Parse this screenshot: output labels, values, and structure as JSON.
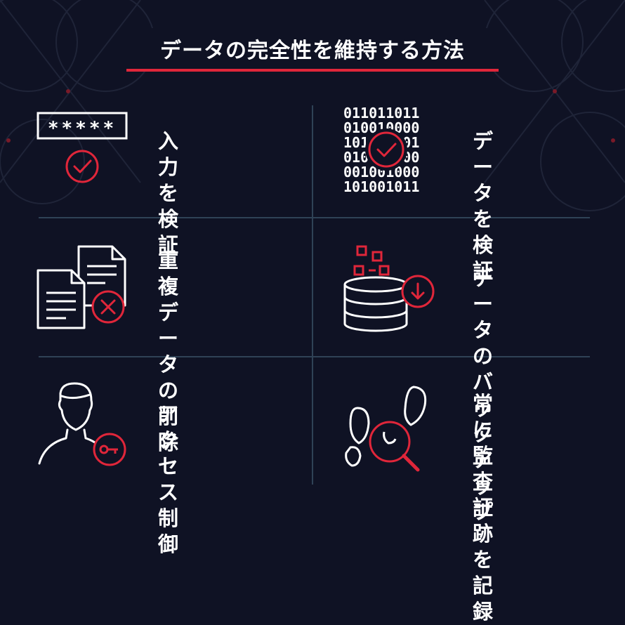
{
  "title": "データの完全性を維持する方法",
  "colors": {
    "background": "#0f1224",
    "accent": "#e0263a",
    "text": "#ffffff",
    "divider": "#2f4256"
  },
  "items": [
    {
      "label": "入力を\n検証",
      "icon": "password-check-icon"
    },
    {
      "label": "データを\n検証",
      "icon": "binary-data-check-icon"
    },
    {
      "label": "重複\nデータの\n削除",
      "icon": "duplicate-documents-delete-icon"
    },
    {
      "label": "データの\nバックアップ",
      "icon": "database-backup-icon"
    },
    {
      "label": "アクセス\n制御",
      "icon": "user-key-icon"
    },
    {
      "label": "常に\n監査証跡を\n記録",
      "icon": "footprints-magnifier-icon"
    }
  ],
  "icon_text": {
    "password_mask": "*****",
    "binary_rows": [
      "011011011",
      "010010000",
      "101010101",
      "010101100",
      "001001000",
      "101001011"
    ]
  }
}
